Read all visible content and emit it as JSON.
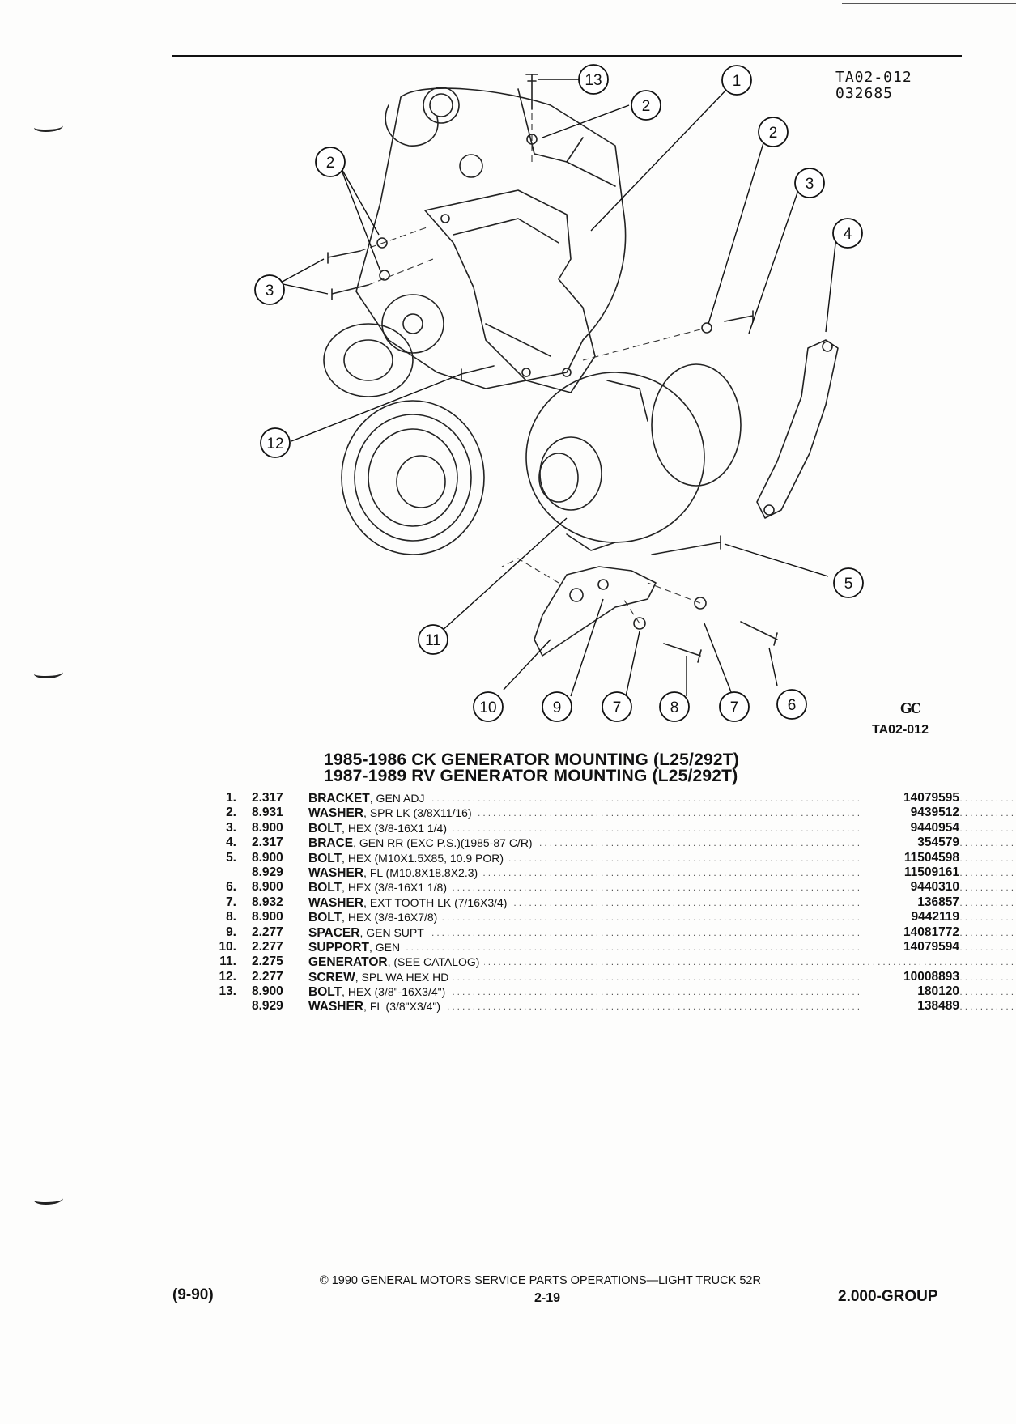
{
  "header": {
    "ref_code_line1": "TA02-012",
    "ref_code_line2": "032685"
  },
  "diagram": {
    "callouts": [
      "1",
      "2",
      "2",
      "2",
      "3",
      "3",
      "4",
      "5",
      "6",
      "7",
      "7",
      "8",
      "9",
      "10",
      "11",
      "12",
      "13"
    ],
    "figure_code": "TA02-012",
    "logo_text": "GC"
  },
  "section": {
    "title_line1": "1985-1986 CK GENERATOR MOUNTING (L25/292T)",
    "title_line2": "1987-1989 RV GENERATOR MOUNTING (L25/292T)"
  },
  "parts": [
    {
      "item": "1.",
      "group": "2.317",
      "name": "BRACKET",
      "detail": ", GEN ADJ",
      "part_no": "14079595"
    },
    {
      "item": "2.",
      "group": "8.931",
      "name": "WASHER",
      "detail": ", SPR LK (3/8X11/16)",
      "part_no": "9439512"
    },
    {
      "item": "3.",
      "group": "8.900",
      "name": "BOLT",
      "detail": ", HEX (3/8-16X1 1/4)",
      "part_no": "9440954"
    },
    {
      "item": "4.",
      "group": "2.317",
      "name": "BRACE",
      "detail": ", GEN RR (EXC P.S.)(1985-87 C/R)",
      "part_no": "354579"
    },
    {
      "item": "5.",
      "group": "8.900",
      "name": "BOLT",
      "detail": ", HEX (M10X1.5X85, 10.9 POR)",
      "part_no": "11504598"
    },
    {
      "item": "",
      "group": "8.929",
      "name": "WASHER",
      "detail": ", FL (M10.8X18.8X2.3)",
      "part_no": "11509161"
    },
    {
      "item": "6.",
      "group": "8.900",
      "name": "BOLT",
      "detail": ", HEX (3/8-16X1 1/8)",
      "part_no": "9440310"
    },
    {
      "item": "7.",
      "group": "8.932",
      "name": "WASHER",
      "detail": ", EXT TOOTH LK (7/16X3/4)",
      "part_no": "136857"
    },
    {
      "item": "8.",
      "group": "8.900",
      "name": "BOLT",
      "detail": ", HEX (3/8-16X7/8)",
      "part_no": "9442119"
    },
    {
      "item": "9.",
      "group": "2.277",
      "name": "SPACER",
      "detail": ", GEN SUPT",
      "part_no": "14081772"
    },
    {
      "item": "10.",
      "group": "2.277",
      "name": "SUPPORT",
      "detail": ", GEN",
      "part_no": "14079594"
    },
    {
      "item": "11.",
      "group": "2.275",
      "name": "GENERATOR",
      "detail": ", (SEE CATALOG)",
      "part_no": ""
    },
    {
      "item": "12.",
      "group": "2.277",
      "name": "SCREW",
      "detail": ", SPL WA HEX HD",
      "part_no": "10008893"
    },
    {
      "item": "13.",
      "group": "8.900",
      "name": "BOLT",
      "detail": ", HEX (3/8\"-16X3/4\")",
      "part_no": "180120"
    },
    {
      "item": "",
      "group": "8.929",
      "name": "WASHER",
      "detail": ", FL (3/8\"X3/4\")",
      "part_no": "138489"
    }
  ],
  "footer": {
    "copyright": "© 1990 GENERAL MOTORS SERVICE PARTS OPERATIONS—LIGHT TRUCK 52R",
    "date": "(9-90)",
    "page": "2-19",
    "group": "2.000-GROUP"
  }
}
